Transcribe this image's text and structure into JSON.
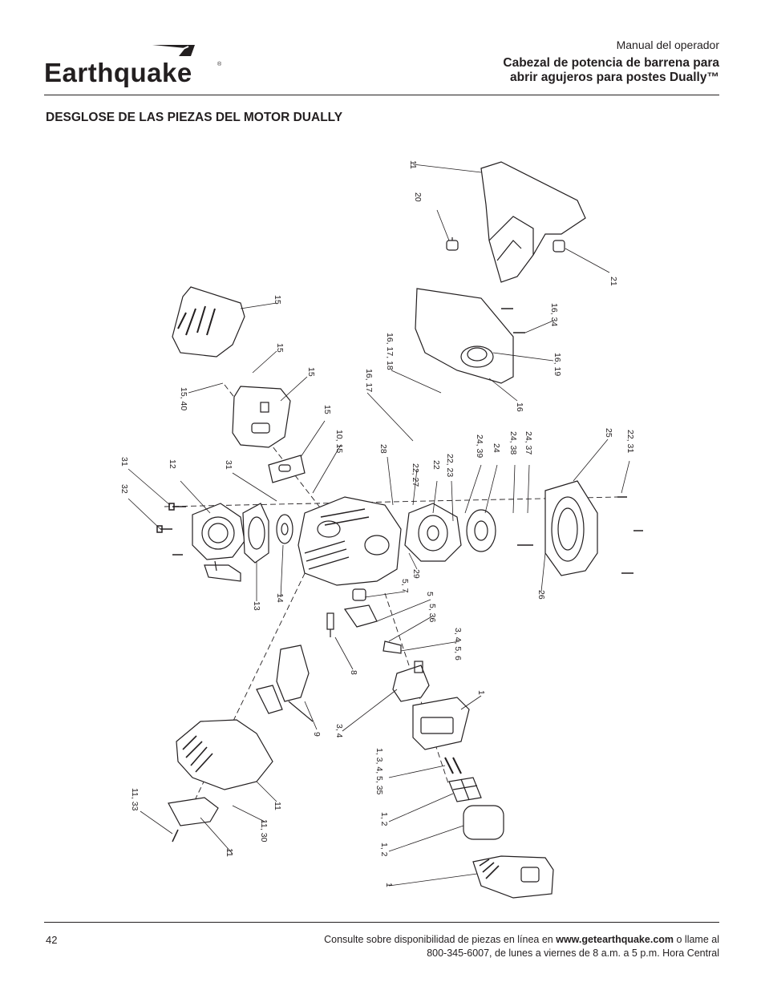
{
  "header": {
    "logo_text": "Earthquake",
    "manual_label": "Manual del operador",
    "title_line1": "Cabezal de potencia de barrena para",
    "title_line2": "abrir agujeros para postes Dually™"
  },
  "section_title": "DESGLOSE DE LAS PIEZAS DEL MOTOR DUALLY",
  "diagram": {
    "callouts": [
      {
        "id": "c-11-top",
        "text": "11"
      },
      {
        "id": "c-20",
        "text": "20"
      },
      {
        "id": "c-21",
        "text": "21"
      },
      {
        "id": "c-15-a",
        "text": "15"
      },
      {
        "id": "c-15-b",
        "text": "15"
      },
      {
        "id": "c-15-c",
        "text": "15"
      },
      {
        "id": "c-15-d",
        "text": "15"
      },
      {
        "id": "c-15-40",
        "text": "15, 40"
      },
      {
        "id": "c-10-15",
        "text": "10, 15"
      },
      {
        "id": "c-16-17-18",
        "text": "16, 17, 18"
      },
      {
        "id": "c-16-17",
        "text": "16, 17"
      },
      {
        "id": "c-16-34",
        "text": "16, 34"
      },
      {
        "id": "c-16-19",
        "text": "16, 19"
      },
      {
        "id": "c-16",
        "text": "16"
      },
      {
        "id": "c-28",
        "text": "28"
      },
      {
        "id": "c-22-27",
        "text": "22, 27"
      },
      {
        "id": "c-22",
        "text": "22"
      },
      {
        "id": "c-22-23",
        "text": "22, 23"
      },
      {
        "id": "c-24-39",
        "text": "24, 39"
      },
      {
        "id": "c-24",
        "text": "24"
      },
      {
        "id": "c-24-38",
        "text": "24, 38"
      },
      {
        "id": "c-24-37",
        "text": "24, 37"
      },
      {
        "id": "c-25",
        "text": "25"
      },
      {
        "id": "c-22-31",
        "text": "22, 31"
      },
      {
        "id": "c-31-a",
        "text": "31"
      },
      {
        "id": "c-31-b",
        "text": "31"
      },
      {
        "id": "c-32",
        "text": "32"
      },
      {
        "id": "c-12",
        "text": "12"
      },
      {
        "id": "c-13",
        "text": "13"
      },
      {
        "id": "c-14",
        "text": "14"
      },
      {
        "id": "c-29",
        "text": "29"
      },
      {
        "id": "c-26",
        "text": "26"
      },
      {
        "id": "c-5-7",
        "text": "5, 7"
      },
      {
        "id": "c-5",
        "text": "5"
      },
      {
        "id": "c-5-36",
        "text": "5, 36"
      },
      {
        "id": "c-3-4-5-6",
        "text": "3, 4, 5, 6"
      },
      {
        "id": "c-8",
        "text": "8"
      },
      {
        "id": "c-9",
        "text": "9"
      },
      {
        "id": "c-3-4",
        "text": "3, 4"
      },
      {
        "id": "c-1-a",
        "text": "1"
      },
      {
        "id": "c-1-3-4-5-35",
        "text": "1, 3, 4, 5, 35"
      },
      {
        "id": "c-1-2-a",
        "text": "1, 2"
      },
      {
        "id": "c-1-2-b",
        "text": "1, 2"
      },
      {
        "id": "c-1-b",
        "text": "1"
      },
      {
        "id": "c-11-33",
        "text": "11, 33"
      },
      {
        "id": "c-11-mid",
        "text": "11"
      },
      {
        "id": "c-11-30",
        "text": "11, 30"
      },
      {
        "id": "c-11-bot",
        "text": "11"
      }
    ]
  },
  "footer": {
    "page_number": "42",
    "line1_prefix": "Consulte sobre disponibilidad de piezas en línea en ",
    "url": "www.getearthquake.com",
    "line1_suffix": " o llame al",
    "line2": "800-345-6007, de lunes a viernes de 8 a.m. a 5 p.m. Hora Central"
  }
}
